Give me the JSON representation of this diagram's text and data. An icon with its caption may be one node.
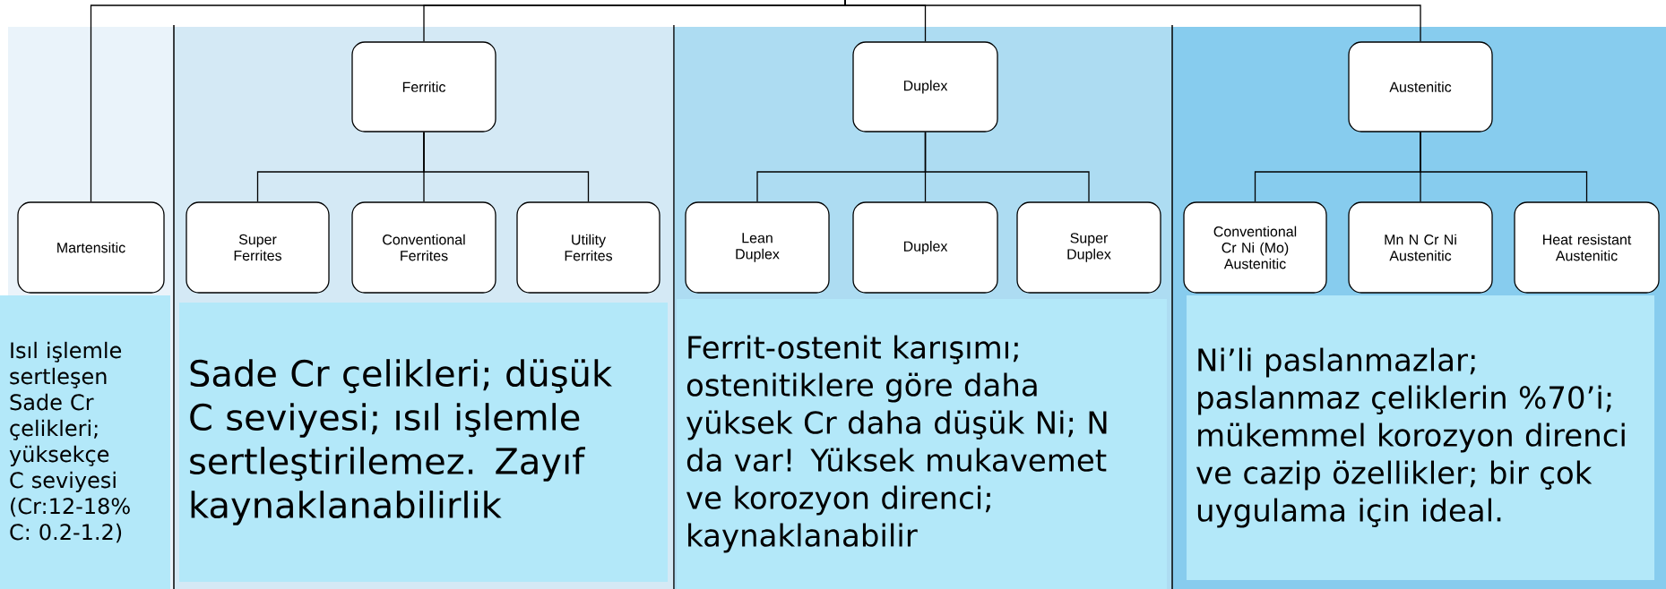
{
  "diagram": {
    "nodes": [
      {
        "text": [
          "Ferritic"
        ]
      },
      {
        "text": [
          "Duplex"
        ]
      },
      {
        "text": [
          "Austenitic"
        ]
      },
      {
        "text": [
          "Martensitic"
        ]
      },
      {
        "text": [
          "Super Ferrites"
        ]
      },
      {
        "text": [
          "Conventional Ferrites"
        ]
      },
      {
        "text": [
          "Utility Ferrites"
        ]
      },
      {
        "text": [
          "Lean Duplex"
        ]
      },
      {
        "text": [
          "Duplex"
        ]
      },
      {
        "text": [
          "Super Duplex"
        ]
      },
      {
        "text": [
          "Conventional Cr Ni (Mo) Austenitic"
        ]
      },
      {
        "text": [
          "Mn N Cr Ni Austenitic"
        ]
      },
      {
        "text": [
          "Heat resistant Austenitic"
        ]
      },
      {
        "text": [
          "Isıl işlemle sertleşen Sade Cr çelikleri; yüksekçe C seviyesi (Cr:12-18% C: 0.2-1.2)"
        ]
      },
      {
        "text": [
          "Sade Cr çelikleri; düşük C seviyesi; ısıl işlemle sertleştirilemez. Zayıf kaynaklanabilirlik"
        ]
      },
      {
        "text": [
          "Ferrit-ostenit karışımı; ostenitiklere göre daha yüksek Cr daha düşük Ni; N da var! Yüksek mukavemet ve korozyon direnci; kaynaklanabilir"
        ]
      },
      {
        "text": [
          "Ni’li paslanmazlar; paslanmaz çeliklerin %70’i; mükemmel korozyon direnci ve cazip özellikler; bir çok uygulama için ideal."
        ]
      }
    ],
    "edges": [
      {
        "from": null,
        "to": 3,
        "arrow": "none"
      },
      {
        "from": null,
        "to": 0,
        "arrow": "none"
      },
      {
        "from": null,
        "to": 1,
        "arrow": "none"
      },
      {
        "from": null,
        "to": 2,
        "arrow": "none"
      },
      {
        "from": 0,
        "to": 4,
        "arrow": "none"
      },
      {
        "from": 0,
        "to": 5,
        "arrow": "none"
      },
      {
        "from": 0,
        "to": 6,
        "arrow": "none"
      },
      {
        "from": 1,
        "to": 7,
        "arrow": "none"
      },
      {
        "from": 1,
        "to": 8,
        "arrow": "none"
      },
      {
        "from": 1,
        "to": 9,
        "arrow": "none"
      },
      {
        "from": 2,
        "to": 10,
        "arrow": "none"
      },
      {
        "from": 2,
        "to": 11,
        "arrow": "none"
      },
      {
        "from": 2,
        "to": 12,
        "arrow": "none"
      }
    ]
  }
}
